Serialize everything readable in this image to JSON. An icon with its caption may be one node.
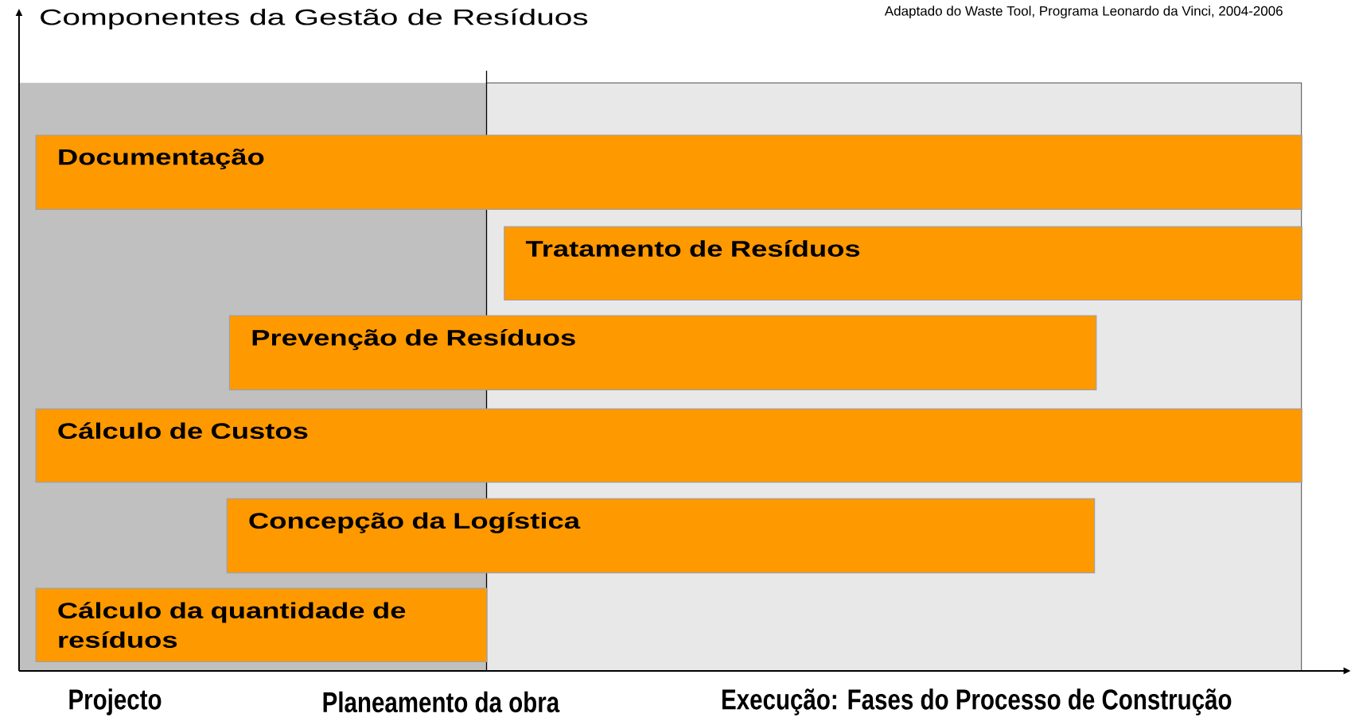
{
  "diagram": {
    "title": "Componentes da Gestão de Resíduos",
    "nodes": [
      {
        "text": [
          "Documentação"
        ]
      },
      {
        "text": [
          "Tratamento de Resíduos"
        ]
      },
      {
        "text": [
          "Prevenção de Resíduos"
        ]
      },
      {
        "text": [
          "Cálculo de Custos"
        ]
      },
      {
        "text": [
          "Concepção da Logística"
        ]
      },
      {
        "text": [
          "Cálculo da quantidade de resíduos"
        ]
      }
    ],
    "edges": [],
    "labels": [
      "Adaptado do Waste Tool, Programa Leonardo da Vinci, 2004-2006",
      "Projecto",
      "Planeamento da obra",
      "Execução: Fases do Processo de Construção"
    ]
  }
}
